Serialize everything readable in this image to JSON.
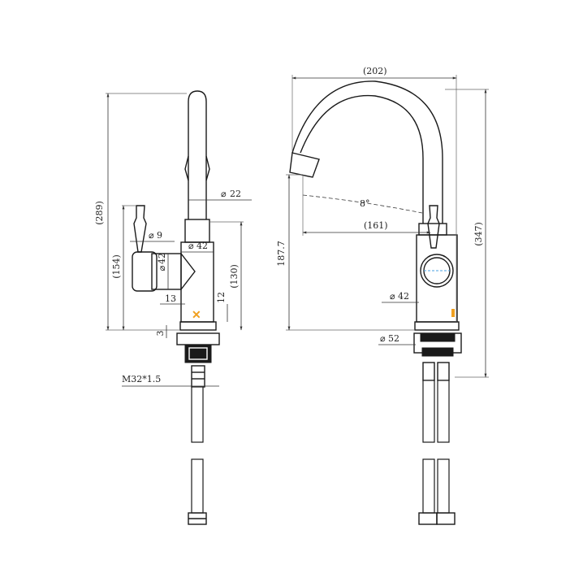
{
  "colors": {
    "line": "#1a1a1a",
    "accent_orange": "#f0a020",
    "accent_blue": "#4aa0e0"
  },
  "side_view": {
    "dim_total_height": "(289)",
    "dim_spout_dia": "22",
    "dim_handle_dia": "9",
    "dim_body_dia": "42",
    "dim_handle_height": "(154)",
    "dim_cartridge_dia": "42",
    "dim_body_height": "(130)",
    "dim_13": "13",
    "dim_12": "12",
    "dim_3": "3",
    "thread": "M32*1.5"
  },
  "front_view": {
    "dim_reach": "(202)",
    "dim_spout_reach": "(161)",
    "dim_angle": "8°",
    "dim_outlet_height": "187.7",
    "dim_overall": "(347)",
    "dim_body_dia": "42",
    "dim_base_dia": "52"
  }
}
